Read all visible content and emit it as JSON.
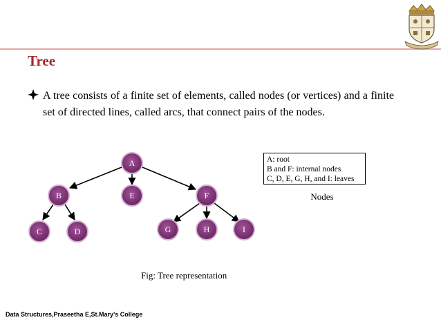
{
  "slide": {
    "title": "Tree",
    "bullet": "A tree consists of a finite set of elements, called nodes (or vertices) and a finite set of directed lines, called arcs, that connect pairs of the nodes.",
    "bullet_icon": "diamond-bullet-icon",
    "logo_icon": "college-crest-icon",
    "accent_color": "#a3282c",
    "node_fill": "#7b2d6e"
  },
  "tree": {
    "nodes": [
      "A",
      "B",
      "E",
      "F",
      "C",
      "D",
      "G",
      "H",
      "I"
    ]
  },
  "legend": {
    "lines": [
      "A: root",
      "B and F: internal nodes",
      "C, D, E, G, H, and I: leaves"
    ],
    "caption": "Nodes"
  },
  "figure": {
    "caption": "Fig:  Tree representation"
  },
  "footer": {
    "text": "Data Structures,Praseetha E,St.Mary's College"
  }
}
